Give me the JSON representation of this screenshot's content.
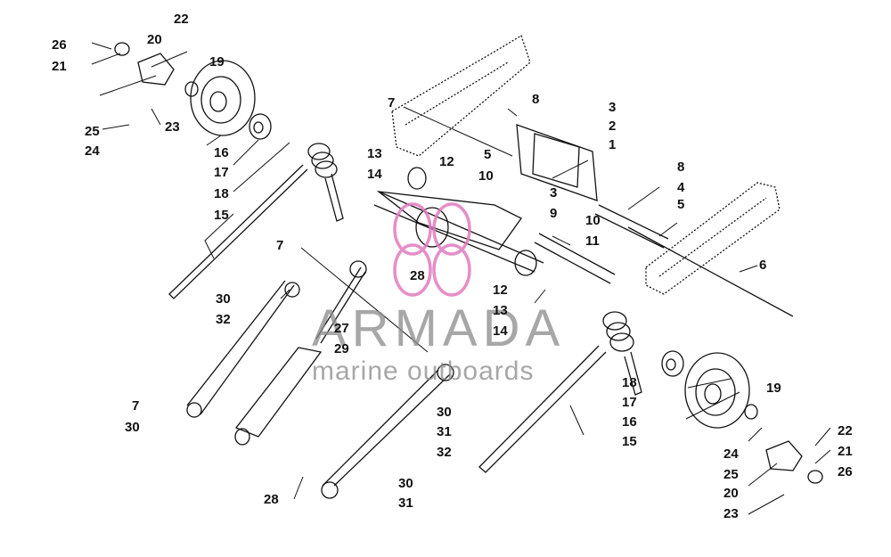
{
  "watermark": {
    "brand": "ARMADA",
    "tagline": "marine outboards",
    "accent_color": "#e27bc0",
    "logo_icon": "flower-logo-icon"
  },
  "callouts": [
    "26",
    "22",
    "20",
    "21",
    "19",
    "25",
    "23",
    "24",
    "16",
    "17",
    "18",
    "15",
    "7",
    "8",
    "3",
    "2",
    "1",
    "5",
    "8",
    "4",
    "5",
    "13",
    "12",
    "14",
    "10",
    "3",
    "9",
    "10",
    "11",
    "6",
    "7",
    "30",
    "28",
    "32",
    "27",
    "29",
    "12",
    "13",
    "14",
    "7",
    "30",
    "30",
    "31",
    "32",
    "28",
    "30",
    "31",
    "18",
    "17",
    "16",
    "15",
    "19",
    "22",
    "24",
    "25",
    "21",
    "20",
    "26",
    "23"
  ]
}
